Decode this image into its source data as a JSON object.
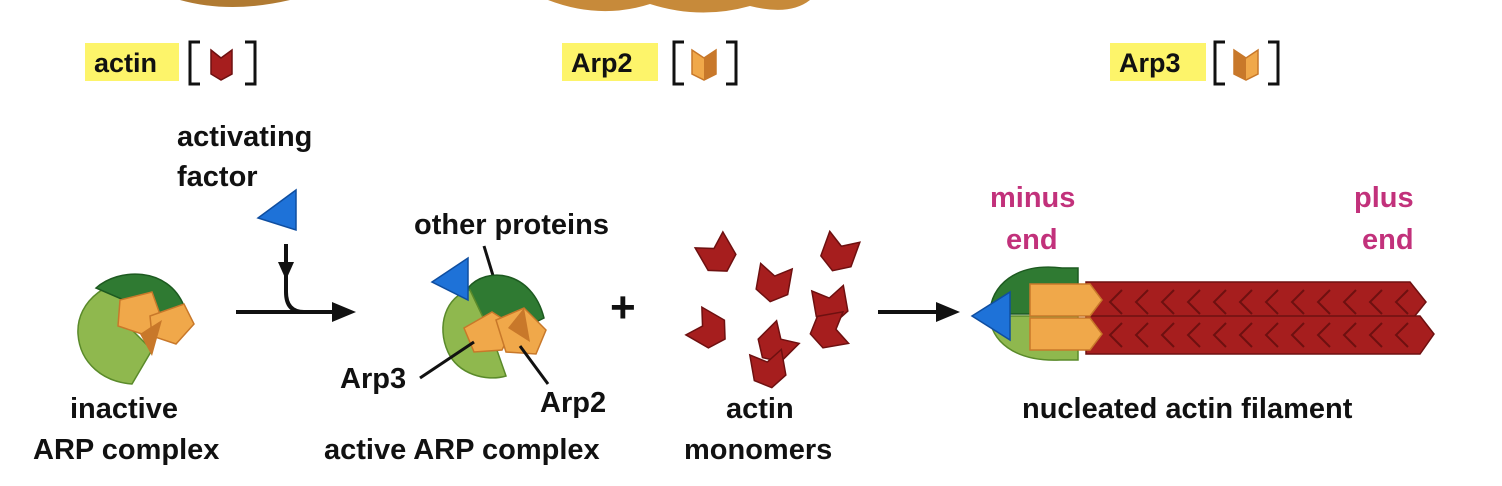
{
  "legend": {
    "actin": "actin",
    "arp2": "Arp2",
    "arp3": "Arp3"
  },
  "labels": {
    "activating_factor_line1": "activating",
    "activating_factor_line2": "factor",
    "inactive_line1": "inactive",
    "inactive_line2": "ARP complex",
    "other_proteins": "other proteins",
    "arp3": "Arp3",
    "arp2": "Arp2",
    "active_complex": "active ARP complex",
    "plus_sign": "+",
    "monomers_line1": "actin",
    "monomers_line2": "monomers",
    "minus_end_line1": "minus",
    "minus_end_line2": "end",
    "plus_end_line1": "plus",
    "plus_end_line2": "end",
    "filament": "nucleated actin filament"
  },
  "colors": {
    "highlight": "#fdf46a",
    "actin": "#a61e1e",
    "actin_dark": "#6e1010",
    "arp_orange": "#f0a84a",
    "arp_dark": "#c8782a",
    "complex_dark_green": "#2f7a32",
    "complex_light_green": "#8fb84e",
    "activator_blue": "#1e72d8",
    "end_label": "#c2317b",
    "arrow": "#111111"
  }
}
